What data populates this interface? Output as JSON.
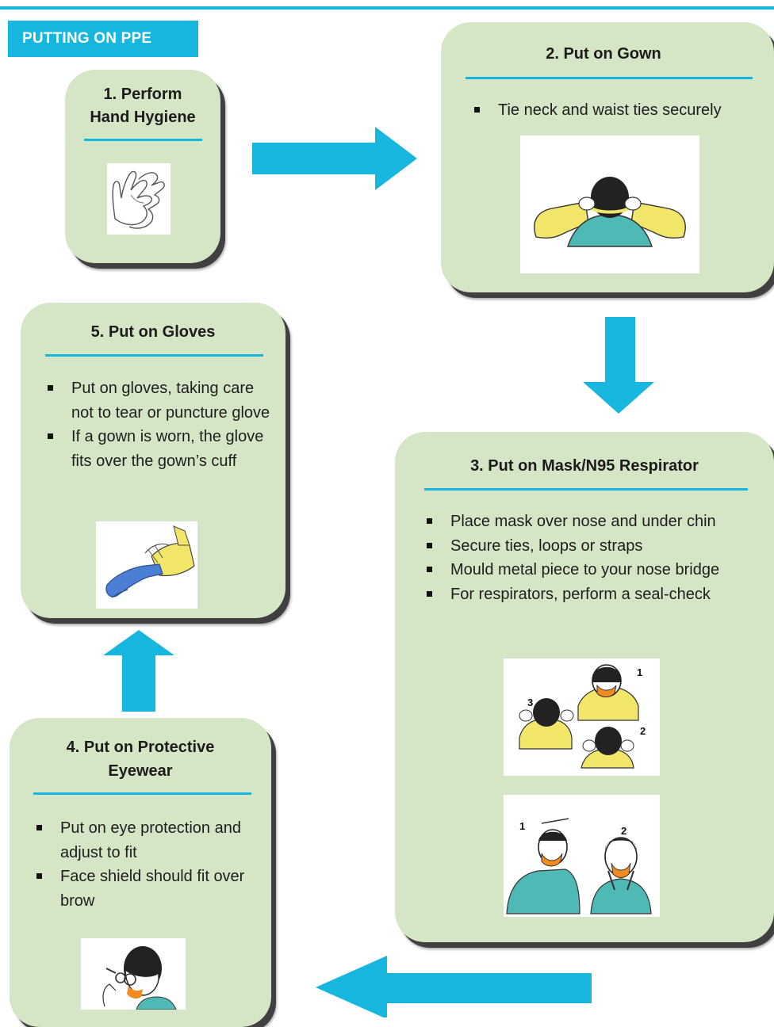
{
  "header": {
    "title": "PUTTING ON PPE"
  },
  "steps": [
    {
      "title_line1": "1.  Perform",
      "title_line2": "Hand Hygiene",
      "bullets": [],
      "icon": "hand-hygiene-icon"
    },
    {
      "title": "2.  Put on Gown",
      "bullets": [
        "Tie neck and waist ties securely"
      ],
      "icon": "gown-ties-icon"
    },
    {
      "title": "3.  Put on Mask/N95 Respirator",
      "bullets": [
        "Place mask over nose and under chin",
        "Secure ties, loops or straps",
        "Mould metal piece to your nose bridge",
        "For respirators, perform a seal-check"
      ],
      "icons": [
        "mask-ties-icon",
        "respirator-seal-check-icon"
      ],
      "figure_numbers_a": [
        "1",
        "2",
        "3"
      ],
      "figure_numbers_b": [
        "1",
        "2"
      ]
    },
    {
      "title_line1": "4.  Put on Protective",
      "title_line2": "Eyewear",
      "bullets": [
        "Put on eye protection and adjust to fit",
        "Face shield should fit over brow"
      ],
      "icon": "eyewear-icon"
    },
    {
      "title": "5.  Put on Gloves",
      "bullets": [
        "Put on gloves, taking care not to tear or puncture glove",
        "If a gown is worn, the glove fits over the gown’s cuff"
      ],
      "icon": "gloves-icon"
    }
  ],
  "colors": {
    "accent": "#17b6de",
    "card": "#d5e6c7",
    "shadow": "#404040",
    "gown": "#f2e66a",
    "scrubs": "#4fbab5"
  }
}
